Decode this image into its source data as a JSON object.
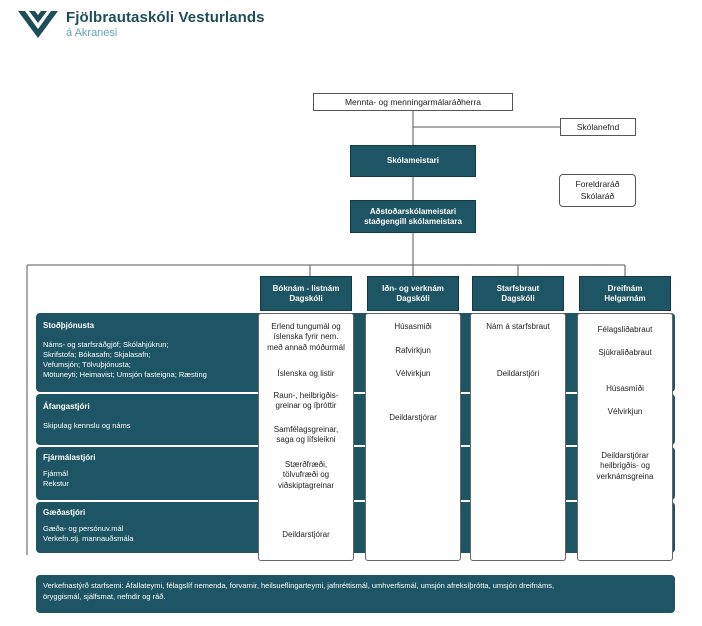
{
  "logo": {
    "icon": "school-logo-icon",
    "title": "Fjölbrautaskóli Vesturlands",
    "subtitle": "á Akranesi"
  },
  "colors": {
    "dark_teal": "#1e5564",
    "logo_teal": "#1f4e5a",
    "light_teal": "#5fa3b4"
  },
  "top": {
    "ministry": "Mennta- og menningarmálaráðherra",
    "school_board": "Skólanefnd",
    "headmaster": "Skólameistari",
    "parents_council": [
      "Foreldraráð",
      "Skólaráð"
    ],
    "deputy": [
      "Aðstoðarskólameistari",
      "staðgengill skólameistara"
    ]
  },
  "columns": [
    {
      "header": [
        "Bóknám - listnám",
        "Dagskóli"
      ],
      "items": [
        [
          "Erlend tungumál og",
          "íslenska fyrir nem.",
          "með annað móðurmál"
        ],
        [
          "Íslenska og listir"
        ],
        [
          "Raun-, heilbrigðis-",
          "greinar og íþróttir"
        ],
        [
          "Samfélagsgreinar,",
          "saga og lífsleikni"
        ],
        [
          "Stærðfræði,",
          "tölvufræði og",
          "viðskiptagreinar"
        ],
        [
          "Deildarstjórar"
        ]
      ]
    },
    {
      "header": [
        "Iðn- og verknám",
        "Dagskóli"
      ],
      "items": [
        [
          "Húsasmiði"
        ],
        [
          "Rafvirkjun"
        ],
        [
          "Vélvirkjun"
        ],
        [
          "Deildarstjórar"
        ]
      ]
    },
    {
      "header": [
        "Starfsbraut",
        "Dagskóli"
      ],
      "items": [
        [
          "Nám á starfsbraut"
        ],
        [
          "Deildarstjóri"
        ]
      ]
    },
    {
      "header": [
        "Dreifnám",
        "Helgarnám"
      ],
      "items": [
        [
          "Félagsliðabraut"
        ],
        [
          "Sjúkraliðabraut"
        ],
        [
          "Húsasmíði"
        ],
        [
          "Vélvirkjun"
        ],
        [
          "Deildarstjórar",
          "heilbrigðis- og",
          "verknámsgreina"
        ]
      ]
    }
  ],
  "bands": [
    {
      "title": "Stoðþjónusta",
      "lines": [
        "Náms- og starfsráðgjöf; Skólahjúkrun;",
        "Skrifstofa; Bókasafn; Skjalasafn;",
        "Vefumsjón; Tölvuþjónusta;",
        "Mötuneyti; Heimavist; Umsjón fasteigna; Ræsting"
      ]
    },
    {
      "title": "Áfangastjóri",
      "lines": [
        "Skipulag kennslu og náms"
      ]
    },
    {
      "title": "Fjármálastjóri",
      "lines": [
        "Fjármál",
        "Rekstur"
      ]
    },
    {
      "title": "Gæðastjóri",
      "lines": [
        "Gæða- og persónuv.mál",
        "Verkefn.stj. mannauðsmála"
      ]
    }
  ],
  "bottom": {
    "lines": [
      "Verkefnastýrð starfsemi:  Áfallateymi, félagslíf nemenda, forvarnir, heilsueflingarteymi, jafnréttismál, umhverfismál, umsjón afreksíþrótta, umsjón dreifnáms,",
      "öryggismál, sjálfsmat, nefndir og ráð."
    ]
  }
}
